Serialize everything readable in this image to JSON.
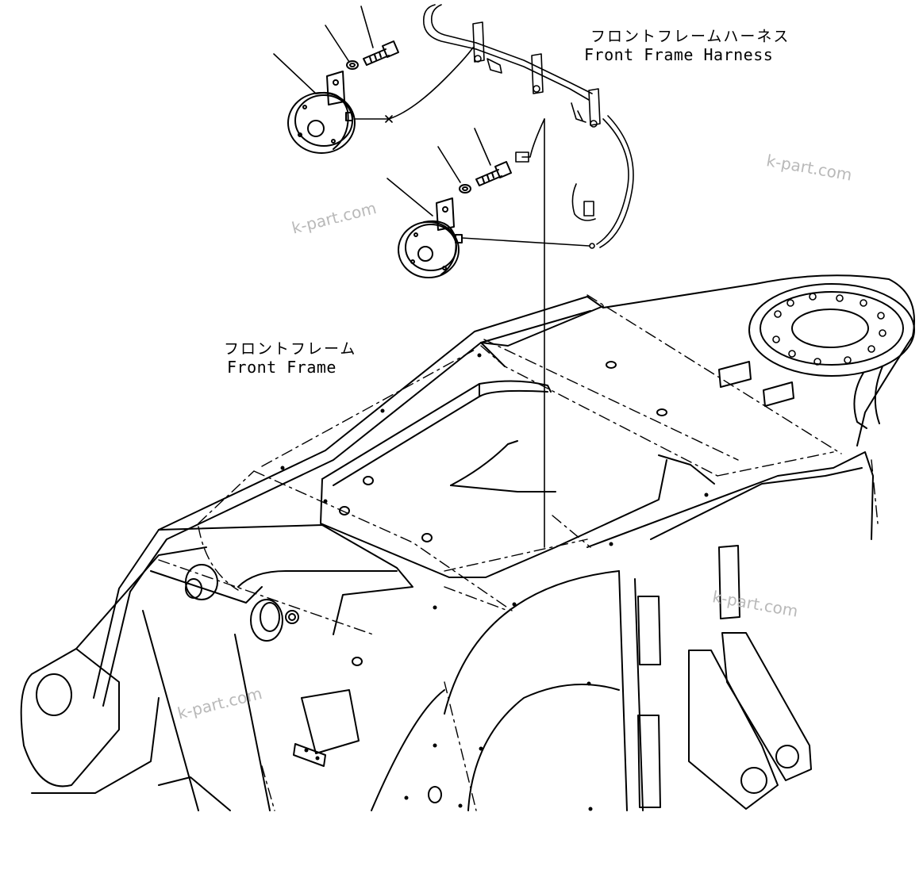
{
  "labels": {
    "harness": {
      "jp": "フロントフレームハーネス",
      "en": "Front Frame Harness"
    },
    "frame": {
      "jp": "フロントフレーム",
      "en": "Front Frame"
    }
  },
  "watermark": {
    "text": "k-part.com",
    "color": "#b9b9b9"
  },
  "colors": {
    "line": "#000000",
    "background": "#ffffff"
  }
}
